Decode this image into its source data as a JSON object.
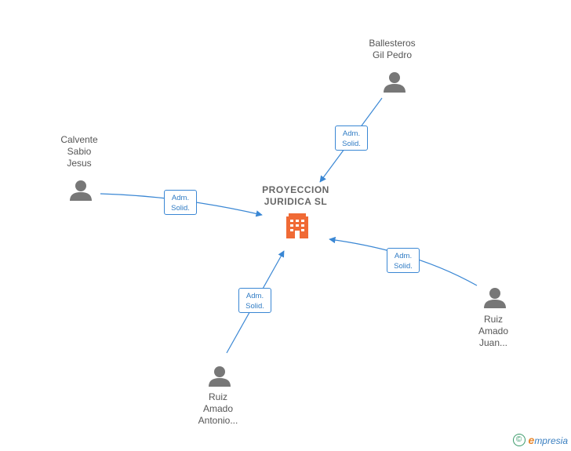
{
  "company": {
    "name": "PROYECCION\nJURIDICA  SL",
    "icon": "building-icon",
    "color": "#f06a35"
  },
  "people": [
    {
      "id": "ballesteros",
      "name": "Ballesteros\nGil Pedro",
      "role": "Adm.\nSolid.",
      "icon": "person-icon"
    },
    {
      "id": "calvente",
      "name": "Calvente\nSabio\nJesus",
      "role": "Adm.\nSolid.",
      "icon": "person-icon"
    },
    {
      "id": "ruiz-juan",
      "name": "Ruiz\nAmado\nJuan...",
      "role": "Adm.\nSolid.",
      "icon": "person-icon"
    },
    {
      "id": "ruiz-antonio",
      "name": "Ruiz\nAmado\nAntonio...",
      "role": "Adm.\nSolid.",
      "icon": "person-icon"
    }
  ],
  "footer": {
    "copyright_symbol": "©",
    "brand_initial": "e",
    "brand_rest": "mpresia"
  },
  "colors": {
    "edge": "#3a87d4",
    "person": "#777777",
    "company": "#f06a35"
  }
}
